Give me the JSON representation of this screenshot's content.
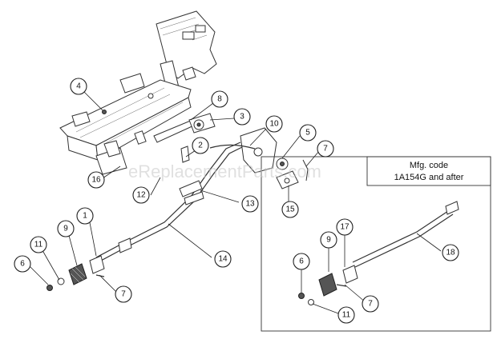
{
  "watermark": "eReplacementParts.com",
  "inset": {
    "title_line1": "Mfg. code",
    "title_line2": "1A154G and after"
  },
  "callouts": {
    "c1": "1",
    "c2": "2",
    "c3": "3",
    "c4": "4",
    "c5": "5",
    "c6a": "6",
    "c6b": "6",
    "c7a": "7",
    "c7b": "7",
    "c7c": "7",
    "c8": "8",
    "c9a": "9",
    "c9b": "9",
    "c10": "10",
    "c11a": "11",
    "c11b": "11",
    "c12": "12",
    "c13": "13",
    "c14": "14",
    "c15": "15",
    "c16": "16",
    "c17": "17",
    "c18": "18"
  }
}
